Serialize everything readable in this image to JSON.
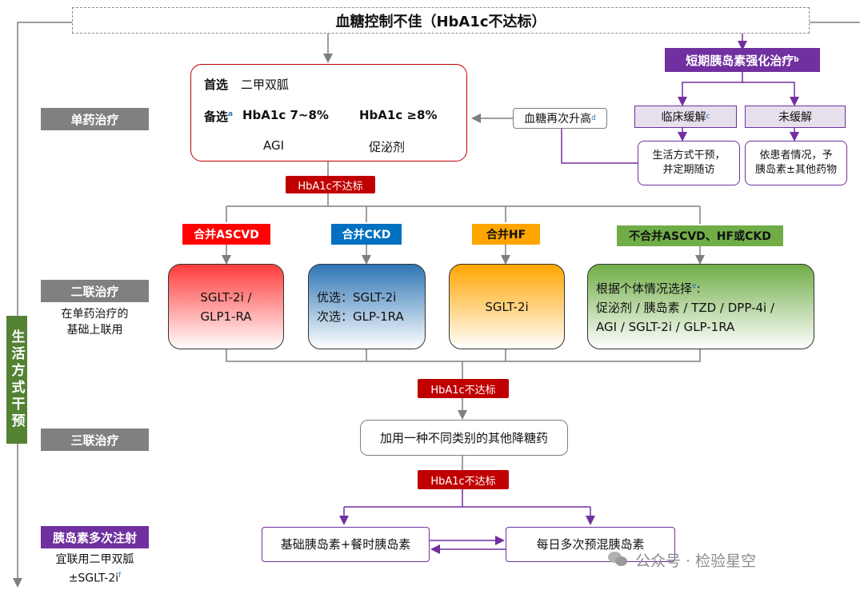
{
  "title": "血糖控制不佳（HbA1c不达标）",
  "side_label": "生活方式干预",
  "stages": {
    "mono": "单药治疗",
    "dual": "二联治疗",
    "dual_sub": [
      "在单药治疗的",
      "基础上联用"
    ],
    "triple": "三联治疗",
    "insulin": "胰岛素多次注射",
    "insulin_sub_1": "宜联用二甲双胍",
    "insulin_sub_2": "±SGLT-2i",
    "insulin_sub_sup": "f"
  },
  "mono_box": {
    "first_label": "首选",
    "first_value": "二甲双胍",
    "alt_label": "备选",
    "alt_sup": "a",
    "range1": "HbA1c 7~8%",
    "range2": "HbA1c ≥8%",
    "drug1": "AGI",
    "drug2": "促泌剂"
  },
  "fail_label": "HbA1c不达标",
  "glucose_rise": "血糖再次升高",
  "glucose_rise_sup": "d",
  "short_insulin": "短期胰岛素强化治疗",
  "short_insulin_sup": "b",
  "remission": "临床缓解",
  "remission_sup": "c",
  "no_remission": "未缓解",
  "lifestyle_followup": [
    "生活方式干预，",
    "并定期随访"
  ],
  "patient_based": [
    "依患者情况，予",
    "胰岛素±其他药物"
  ],
  "conditions": {
    "ascvd": "合并ASCVD",
    "ckd": "合并CKD",
    "hf": "合并HF",
    "none": "不合并ASCVD、HF或CKD"
  },
  "dual_boxes": {
    "ascvd": [
      "SGLT-2i /",
      "GLP1-RA"
    ],
    "ckd": [
      "优选：SGLT-2i",
      "次选：GLP-1RA"
    ],
    "hf": "SGLT-2i",
    "none_lines": [
      "根据个体情况选择",
      "促泌剂 / 胰岛素 / TZD / DPP-4i /",
      "AGI / SGLT-2i / GLP-1RA"
    ],
    "none_sup": "e",
    "none_colon": ":"
  },
  "triple_box": "加用一种不同类别的其他降糖药",
  "insulin_boxes": {
    "basal_bolus": "基础胰岛素+餐时胰岛素",
    "premix": "每日多次预混胰岛素"
  },
  "watermark": "公众号 · 检验星空",
  "colors": {
    "stage_gray": "#808080",
    "fail_red": "#c00000",
    "purple": "#7030a0",
    "ascvd_red": "#ff0000",
    "ckd_blue": "#0070c0",
    "hf_orange": "#ffa500",
    "none_green": "#70ad47",
    "side_green": "#548235"
  }
}
